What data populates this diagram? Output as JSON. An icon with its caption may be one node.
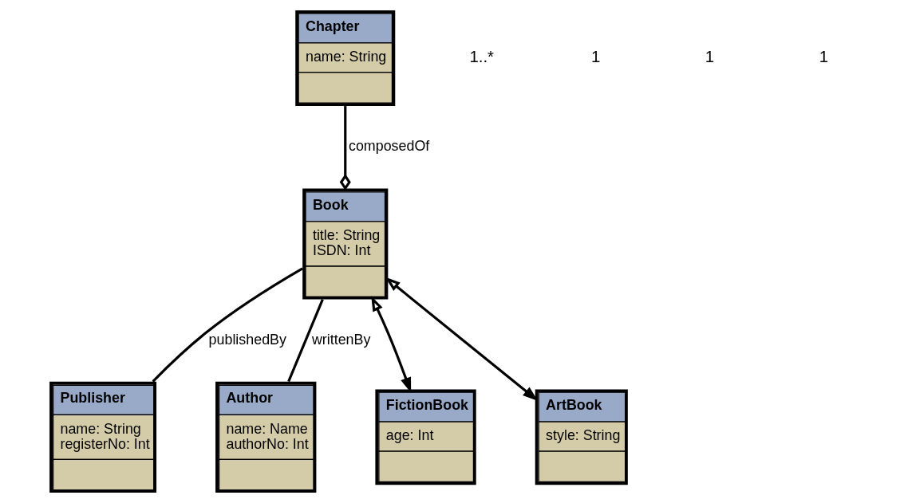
{
  "diagram": {
    "nodes": [
      {
        "text": [
          "Book",
          "title: String",
          "ISDN: Int"
        ]
      },
      {
        "text": [
          "Publisher",
          "name: String",
          "registerNo: Int"
        ]
      },
      {
        "text": [
          "Author",
          "name: Name",
          "authorNo: Int"
        ]
      },
      {
        "text": [
          "Chapter",
          "name: String"
        ]
      },
      {
        "text": [
          "FictionBook",
          "age: Int"
        ]
      },
      {
        "text": [
          "ArtBook",
          "style: String"
        ]
      }
    ],
    "edges": [
      {
        "from": 0,
        "to": 1,
        "arrow": "none",
        "label": "publishedBy"
      },
      {
        "from": 0,
        "to": 2,
        "arrow": "none",
        "label": "writtenBy"
      },
      {
        "from": 3,
        "to": 0,
        "arrow": "other",
        "label": "composedOf"
      },
      {
        "from": 0,
        "to": 4,
        "arrow": "both"
      },
      {
        "from": 0,
        "to": 5,
        "arrow": "both"
      }
    ],
    "labels": [
      "1..*",
      "1",
      "1",
      "1"
    ]
  }
}
